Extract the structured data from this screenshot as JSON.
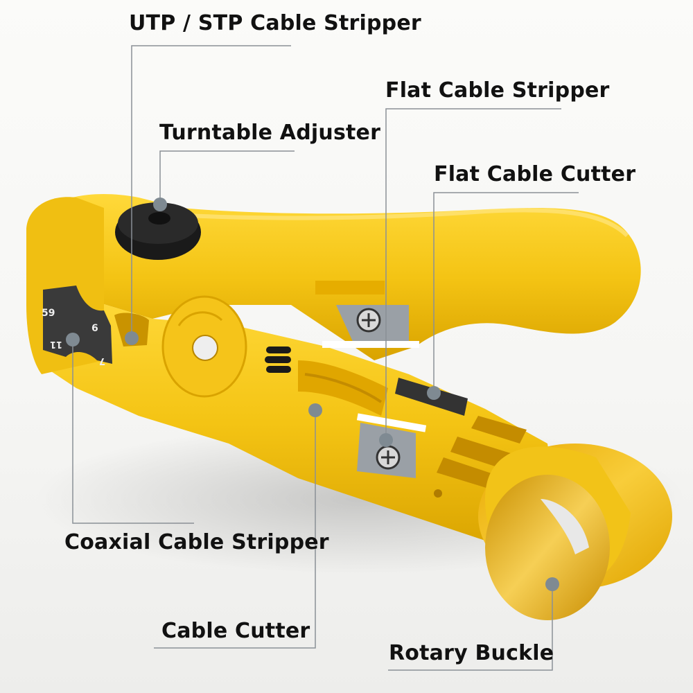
{
  "diagram": {
    "subject": "Cable stripper tool",
    "colors": {
      "tool_body": "#f2c318",
      "tool_shadow": "#d9a300",
      "knob": "#1c1c1c",
      "leader_line": "#8a9096",
      "dot": "#7f8a92",
      "text": "#111111"
    },
    "labels": [
      {
        "id": "utp-stp",
        "text": "UTP / STP Cable Stripper"
      },
      {
        "id": "turntable",
        "text": "Turntable Adjuster"
      },
      {
        "id": "flat-stripper",
        "text": "Flat Cable Stripper"
      },
      {
        "id": "flat-cutter",
        "text": "Flat Cable Cutter"
      },
      {
        "id": "coaxial",
        "text": "Coaxial Cable Stripper"
      },
      {
        "id": "cable-cutter",
        "text": "Cable Cutter"
      },
      {
        "id": "rotary-buckle",
        "text": "Rotary Buckle"
      }
    ],
    "blade_markings": [
      "59",
      "6",
      "11",
      "7"
    ]
  }
}
